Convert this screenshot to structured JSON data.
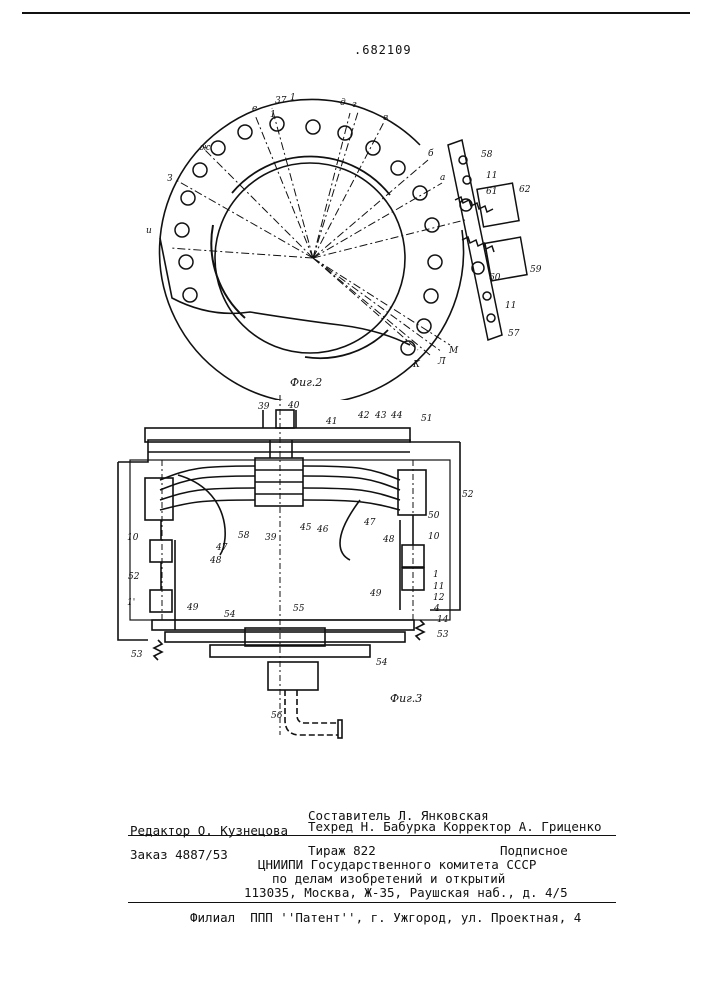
{
  "patent_number": ".682109",
  "figures": {
    "fig2": {
      "caption": "Фиг.2",
      "labels": {
        "e": "е",
        "n37": "37",
        "n1a": "1",
        "n1b": "1",
        "d": "д",
        "g": "г",
        "v": "в",
        "zh": "ж",
        "n3": "З",
        "b": "б",
        "a": "а",
        "i": "и",
        "n58": "58",
        "n11a": "11",
        "n61": "61",
        "n62": "62",
        "n60": "60",
        "n59": "59",
        "n11b": "11",
        "n57": "57",
        "m": "М",
        "l": "Л",
        "k": "К"
      }
    },
    "fig3": {
      "caption": "Фиг.3",
      "labels": {
        "n39a": "39",
        "n40": "40",
        "n41": "41",
        "n42": "42",
        "n43": "43",
        "n44": "44",
        "n51": "51",
        "n52a": "52",
        "n58": "58",
        "n39b": "39",
        "n45": "45",
        "n46": "46",
        "n47a": "47",
        "n47b": "47",
        "n50": "50",
        "n10a": "10",
        "n10b": "10",
        "n48a": "48",
        "n48b": "48",
        "n52b": "52",
        "n1p": "1'",
        "n1": "1",
        "n11": "11",
        "n12": "12",
        "n49a": "49",
        "n49b": "49",
        "n54a": "54",
        "n55": "55",
        "n4": "4",
        "n14": "14",
        "n53a": "53",
        "n53b": "53",
        "n54b": "54",
        "n56": "56"
      }
    }
  },
  "footer": {
    "compiler": "Составитель Л. Янковская",
    "editor": "Редактор О. Кузнецова",
    "techred_corrector": "Техред Н. Бабурка Корректор А. Гриценко",
    "order": "Заказ 4887/53",
    "circulation": "Тираж 822",
    "subscription": "Подписное",
    "institute": "ЦНИИПИ Государственного комитета СССР",
    "institute_sub": "по делам изобретений и открытий",
    "address": "113035, Москва, Ж-35, Раушская наб., д. 4/5",
    "branch": "Филиал  ППП ''Патент'', г. Ужгород, ул. Проектная, 4"
  }
}
